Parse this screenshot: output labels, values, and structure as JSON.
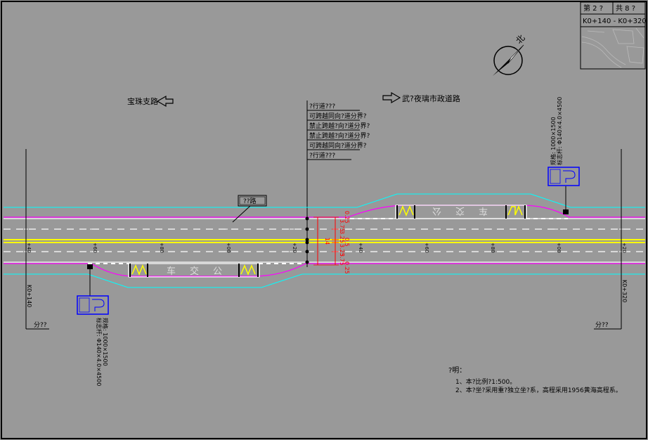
{
  "title_block": {
    "sheet_label_1": "第 2 ?",
    "sheet_label_2": "共 8 ?",
    "range": "K0+140 - K0+320"
  },
  "north_label": "北",
  "directions": {
    "left": "宝珠支路",
    "right": "武?夜璃市政道路"
  },
  "lane_legend": [
    "?行道???",
    "可跨越同向?道分界?",
    "禁止跨越?向?道分界?",
    "禁止跨越?向?道分界?",
    "可跨越同向?道分界?",
    "?行道???"
  ],
  "center_label": "??路",
  "dimensions": [
    "0.25",
    "3.75",
    "3.25",
    "0.5",
    "3.25",
    "3.75",
    "0.25"
  ],
  "total_width": "14",
  "stations_top": [
    "+40",
    "+60",
    "+80",
    "+00",
    "+20",
    "+40",
    "+60",
    "+80",
    "+00",
    "+20"
  ],
  "stations_bottom": [
    "+40",
    "+60",
    "+80",
    "+00",
    "+20",
    "+40",
    "+60",
    "+80",
    "+00",
    "+20"
  ],
  "chainage_start": "K0+140",
  "chainage_end": "K0+320",
  "split_line_label_left": "分??",
  "split_line_label_right": "分??",
  "bus_stop_1": {
    "size": "规格: 1000×1500",
    "pole": "标志杆: Φ140×4.0×4500"
  },
  "bus_stop_2": {
    "size": "规格: 1000×1500",
    "pole": "标志杆: Φ140×4.0×4500"
  },
  "bus_word_marking": [
    "公",
    "交",
    "车"
  ],
  "notes": {
    "heading": "?明：",
    "items": [
      "1、本?比例?1:500。",
      "2、本?坐?采用重?独立坐?系，高程采用1956黄海高程系。"
    ]
  },
  "colors": {
    "background": "#999999",
    "centerline": "#ffff00",
    "road_edge": "#00ffff",
    "curb": "#ff00ff",
    "lane": "#ffffff",
    "dim": "#ff0000",
    "sign": "#0000ff"
  }
}
